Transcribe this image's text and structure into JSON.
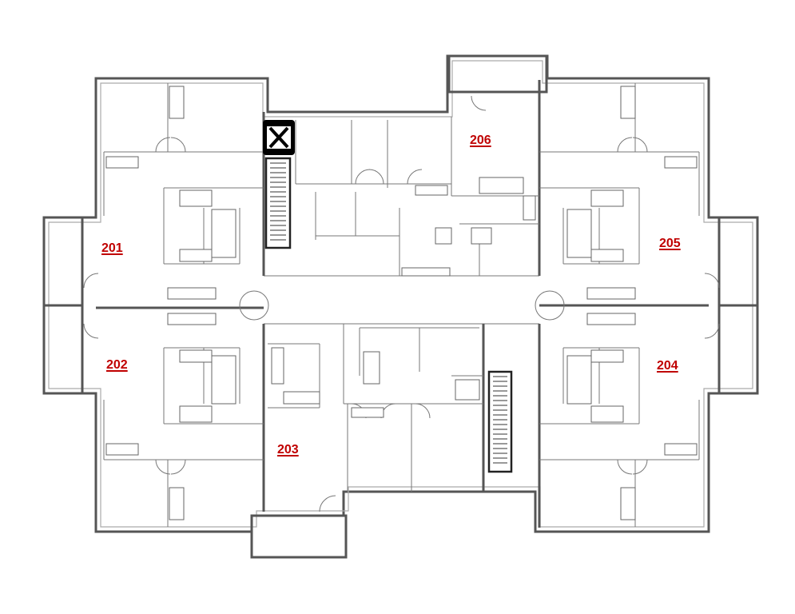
{
  "units": [
    {
      "id": "201",
      "label": "201"
    },
    {
      "id": "202",
      "label": "202"
    },
    {
      "id": "203",
      "label": "203"
    },
    {
      "id": "204",
      "label": "204"
    },
    {
      "id": "205",
      "label": "205"
    },
    {
      "id": "206",
      "label": "206"
    }
  ],
  "colors": {
    "unit_label": "#c00000",
    "walls": "#555555",
    "marker": "#000000"
  },
  "marker": {
    "icon": "x-box-icon"
  }
}
